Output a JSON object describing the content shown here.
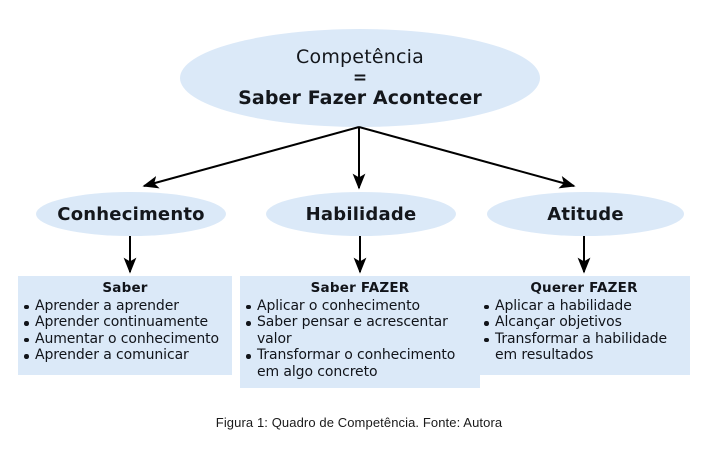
{
  "colors": {
    "node_fill": "#dbe9f8",
    "box_fill": "#dbe9f8",
    "text": "#11141a",
    "arrow": "#000000",
    "background": "#ffffff"
  },
  "root": {
    "line_1": "Competência",
    "equals": "=",
    "line_2": "Saber Fazer Acontecer"
  },
  "branches": [
    {
      "label": "Conhecimento"
    },
    {
      "label": "Habilidade"
    },
    {
      "label": "Atitude"
    }
  ],
  "boxes": [
    {
      "title": "Saber",
      "items": [
        {
          "text": "Aprender a aprender",
          "cont": ""
        },
        {
          "text": "Aprender continuamente",
          "cont": ""
        },
        {
          "text": "Aumentar o conhecimento",
          "cont": ""
        },
        {
          "text": "Aprender a comunicar",
          "cont": ""
        }
      ]
    },
    {
      "title": "Saber FAZER",
      "items": [
        {
          "text": "Aplicar o conhecimento",
          "cont": ""
        },
        {
          "text": "Saber pensar e acrescentar",
          "cont": "valor"
        },
        {
          "text": "Transformar o conhecimento",
          "cont": "em algo concreto"
        }
      ]
    },
    {
      "title": "Querer FAZER",
      "items": [
        {
          "text": "Aplicar a habilidade",
          "cont": ""
        },
        {
          "text": "Alcançar objetivos",
          "cont": ""
        },
        {
          "text": "Transformar a habilidade",
          "cont": "em resultados"
        }
      ]
    }
  ],
  "caption": "Figura 1: Quadro de Competência. Fonte: Autora"
}
